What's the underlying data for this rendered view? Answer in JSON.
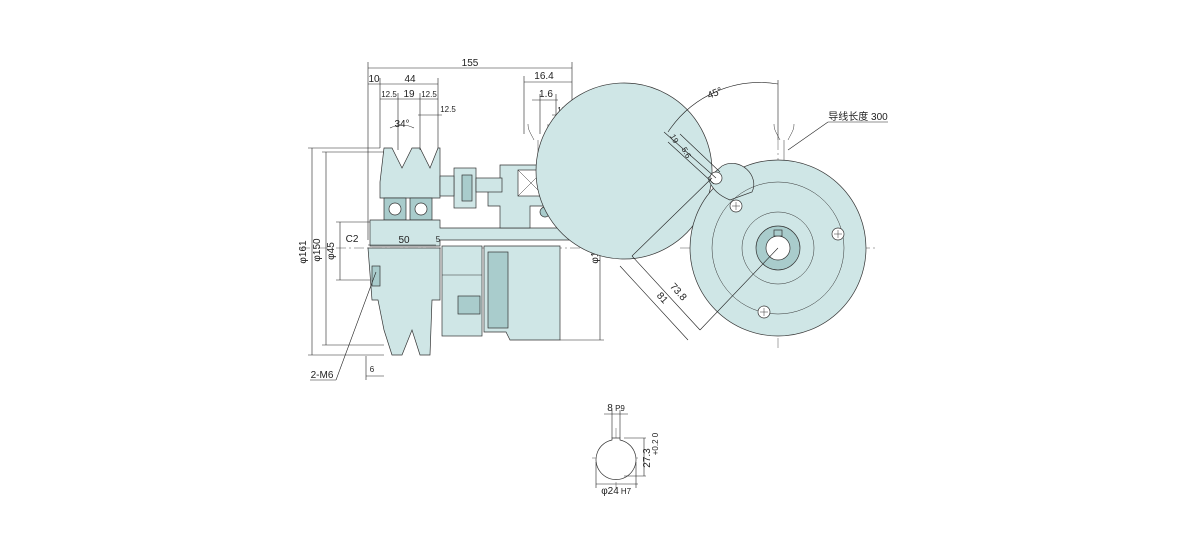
{
  "colors": {
    "body": "#cfe6e6",
    "body_dark": "#a9cccc",
    "line": "#222222",
    "background": "#ffffff"
  },
  "dims": {
    "overall_length": "155",
    "d10": "10",
    "d44": "44",
    "d12_5_a": "12.5",
    "d19": "19",
    "d12_5_b": "12.5",
    "d12_5_c": "12.5",
    "angle34": "34°",
    "d16_4": "16.4",
    "d1_6": "1.6",
    "d13_5": "13.5",
    "phi161": "φ161",
    "phi150": "φ150",
    "phi45": "φ45",
    "c2": "C2",
    "d50": "50",
    "d5": "5",
    "phi135": "φ135",
    "m6": "2-M6",
    "d6": "6",
    "angle45": "45°",
    "lead_length": "导线长度 300",
    "d19_r": "19",
    "d5_6": "5.6",
    "d73_8": "73.8",
    "d81": "81",
    "key_width": "8",
    "key_width_tol": "P9",
    "key_depth": "27.3",
    "key_depth_tol": "+0.2 0",
    "bore": "φ24",
    "bore_tol": "H7"
  }
}
